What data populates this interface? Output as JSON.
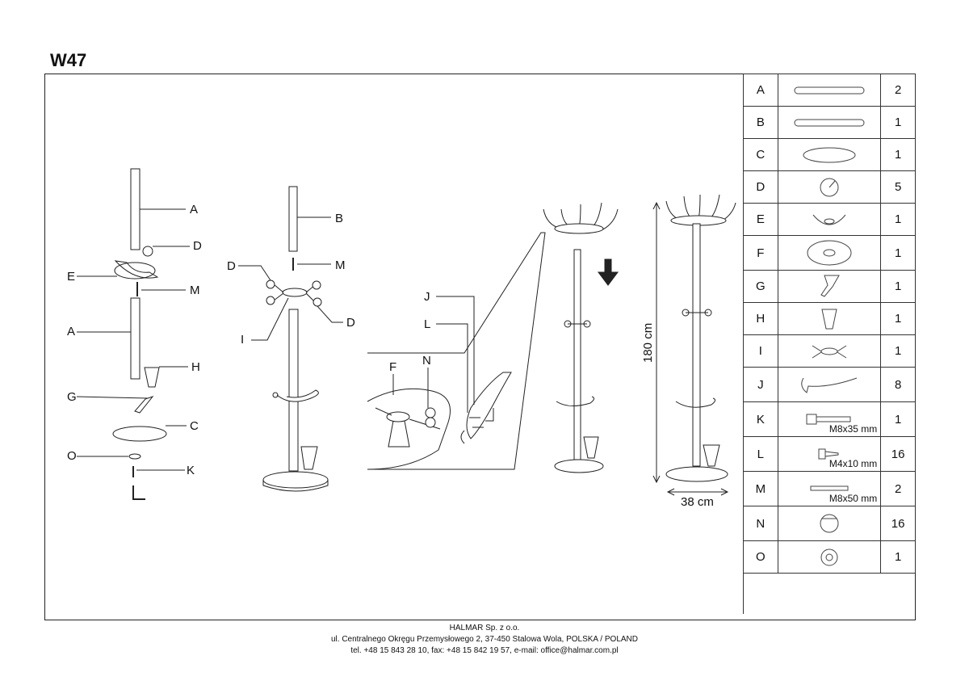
{
  "title": "W47",
  "labels": {
    "a": "A",
    "b": "B",
    "c": "C",
    "d": "D",
    "e": "E",
    "f": "F",
    "g": "G",
    "h": "H",
    "i": "I",
    "j": "J",
    "k": "K",
    "l": "L",
    "m": "M",
    "n": "N",
    "o": "O"
  },
  "dimensions": {
    "height": "180 cm",
    "width": "38 cm"
  },
  "parts": [
    {
      "letter": "A",
      "qty": "2",
      "spec": "",
      "icon": "tube-icon"
    },
    {
      "letter": "B",
      "qty": "1",
      "spec": "",
      "icon": "tube-icon"
    },
    {
      "letter": "C",
      "qty": "1",
      "spec": "",
      "icon": "base-disc-icon"
    },
    {
      "letter": "D",
      "qty": "5",
      "spec": "",
      "icon": "ball-knob-icon"
    },
    {
      "letter": "E",
      "qty": "1",
      "spec": "",
      "icon": "ring-holder-icon"
    },
    {
      "letter": "F",
      "qty": "1",
      "spec": "",
      "icon": "base-frame-icon"
    },
    {
      "letter": "G",
      "qty": "1",
      "spec": "",
      "icon": "cone-holder-icon"
    },
    {
      "letter": "H",
      "qty": "1",
      "spec": "",
      "icon": "cup-icon"
    },
    {
      "letter": "I",
      "qty": "1",
      "spec": "",
      "icon": "hub-icon"
    },
    {
      "letter": "J",
      "qty": "8",
      "spec": "",
      "icon": "hook-icon"
    },
    {
      "letter": "K",
      "qty": "1",
      "spec": "M8x35 mm",
      "icon": "bolt-icon"
    },
    {
      "letter": "L",
      "qty": "16",
      "spec": "M4x10 mm",
      "icon": "screw-icon"
    },
    {
      "letter": "M",
      "qty": "2",
      "spec": "M8x50 mm",
      "icon": "threaded-rod-icon"
    },
    {
      "letter": "N",
      "qty": "16",
      "spec": "",
      "icon": "cap-icon"
    },
    {
      "letter": "O",
      "qty": "1",
      "spec": "",
      "icon": "washer-icon"
    }
  ],
  "footer": {
    "company": "HALMAR Sp. z o.o.",
    "address": "ul. Centralnego Okręgu Przemysłowego 2, 37-450 Stalowa Wola, POLSKA / POLAND",
    "contact": "tel. +48 15 843 28 10, fax: +48 15 842 19 57, e-mail: office@halmar.com.pl"
  }
}
